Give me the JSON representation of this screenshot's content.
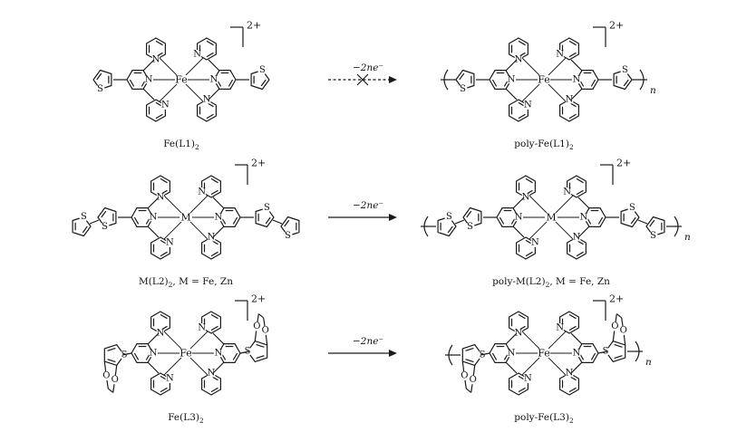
{
  "rows": [
    {
      "monomer": {
        "metal": "Fe",
        "charge": "2+",
        "caption_main": "Fe(L1)",
        "caption_sub": "2",
        "caption_rest": "",
        "ligand": "thiophene"
      },
      "reaction": {
        "label": "−2ne⁻",
        "blocked": true
      },
      "polymer": {
        "metal": "Fe",
        "charge": "2+",
        "caption_main": "poly-Fe(L1)",
        "caption_sub": "2",
        "caption_rest": "",
        "repeat": "n",
        "ligand": "thiophene"
      }
    },
    {
      "monomer": {
        "metal": "M",
        "charge": "2+",
        "caption_main": "M(L2)",
        "caption_sub": "2",
        "caption_rest": ", M = Fe, Zn",
        "ligand": "bithiophene"
      },
      "reaction": {
        "label": "−2ne⁻",
        "blocked": false
      },
      "polymer": {
        "metal": "M",
        "charge": "2+",
        "caption_main": "poly-M(L2)",
        "caption_sub": "2",
        "caption_rest": ", M = Fe, Zn",
        "repeat": "n",
        "ligand": "bithiophene"
      }
    },
    {
      "monomer": {
        "metal": "Fe",
        "charge": "2+",
        "caption_main": "Fe(L3)",
        "caption_sub": "2",
        "caption_rest": "",
        "ligand": "edot"
      },
      "reaction": {
        "label": "−2ne⁻",
        "blocked": false
      },
      "polymer": {
        "metal": "Fe",
        "charge": "2+",
        "caption_main": "poly-Fe(L3)",
        "caption_sub": "2",
        "caption_rest": "",
        "repeat": "n",
        "ligand": "edot"
      }
    }
  ],
  "atoms": {
    "nitrogen": "N",
    "sulfur": "S",
    "oxygen": "O"
  }
}
